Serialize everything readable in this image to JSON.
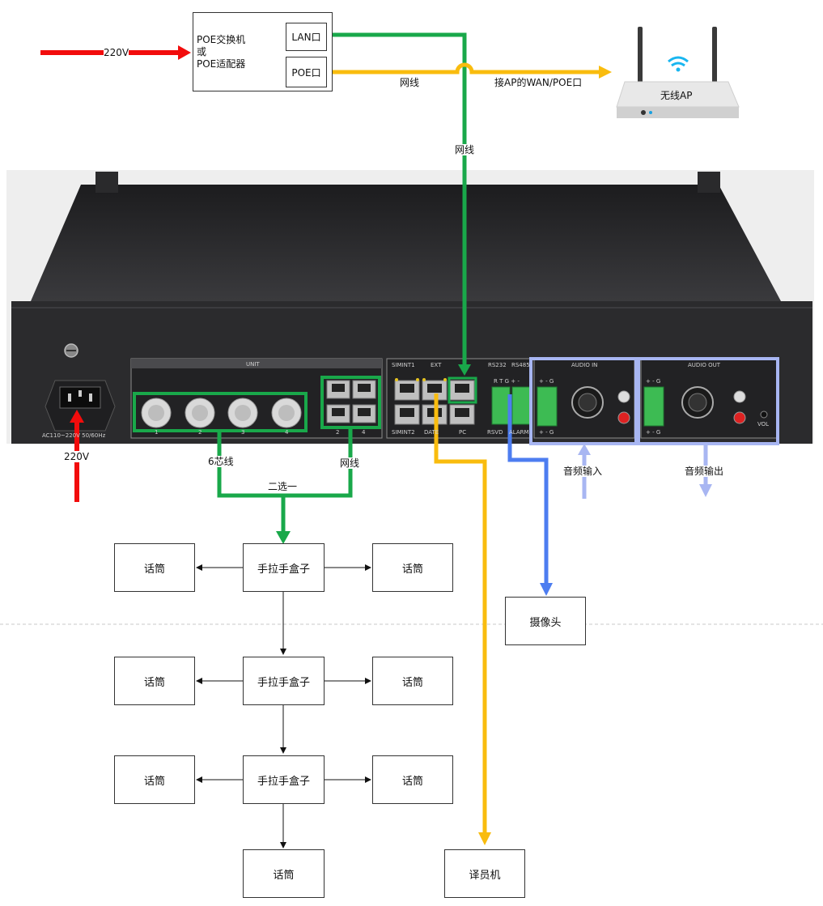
{
  "poe_box": {
    "line1": "POE交换机",
    "line2": "或",
    "line3": "POE适配器",
    "lan_port": "LAN口",
    "poe_port": "POE口"
  },
  "ap": {
    "label": "无线AP"
  },
  "labels": {
    "power_top": "220V",
    "power_bottom": "220V",
    "net_cable_horizontal": "网线",
    "net_cable_vertical": "网线",
    "ap_port": "接AP的WAN/POE口",
    "six_core": "6芯线",
    "net_cable_unit": "网线",
    "choose_one": "二选一",
    "audio_in": "音频输入",
    "audio_out": "音频输出"
  },
  "device_panel": {
    "unit": "UNIT",
    "port_nums": [
      "1",
      "2",
      "3",
      "4"
    ],
    "rj_nums": [
      "2",
      "4"
    ],
    "simint1": "SIMINT1",
    "ext": "EXT",
    "rs232": "RS232",
    "rs485": "RS485",
    "simint2": "SIMINT2",
    "date": "DATE",
    "pc": "PC",
    "rtg": "R T G + -",
    "rsvd": "RSVD",
    "alarm": "ALARM",
    "audio_in": "AUDIO IN",
    "audio_out": "AUDIO OUT",
    "pmg1": "+ - G",
    "pmg2": "+ - G",
    "pmg3": "+ - G",
    "pmg4": "+ - G",
    "vol": "VOL",
    "ac": "AC110~220V 50/60Hz"
  },
  "boxes": {
    "mic": "话筒",
    "handbox": "手拉手盒子",
    "camera": "摄像头",
    "interpreter": "译员机"
  },
  "rows": [
    {
      "left": "话筒",
      "center": "手拉手盒子",
      "right": "话筒"
    },
    {
      "left": "话筒",
      "center": "手拉手盒子",
      "right": "话筒"
    },
    {
      "left": "话筒",
      "center": "手拉手盒子",
      "right": "话筒"
    }
  ],
  "bottom_mic": "话筒",
  "colors": {
    "red": "#f20c0c",
    "green": "#19a84a",
    "yellow": "#f9bc0e",
    "blue": "#4d7df0",
    "lightblue": "#a8b6f2",
    "chassis": "#2b2b2d",
    "terminal": "#3dbb53"
  }
}
